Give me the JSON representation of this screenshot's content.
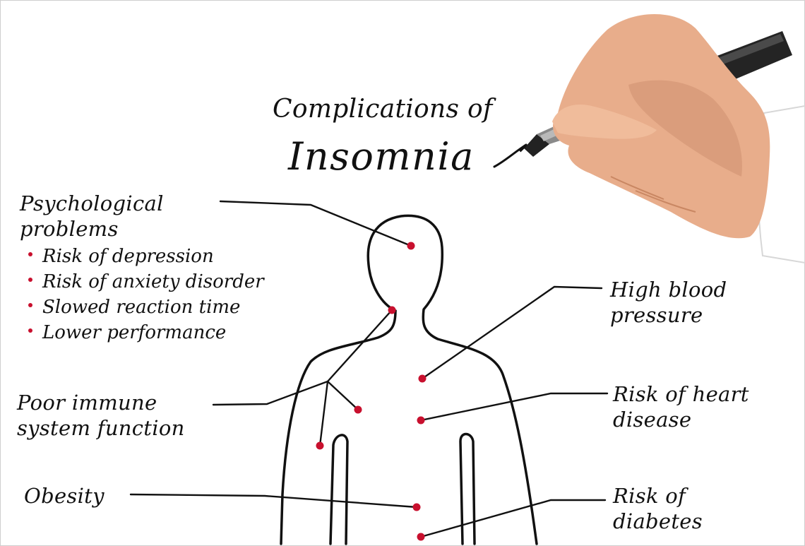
{
  "title": {
    "line1": "Complications of",
    "line2": "Insomnia"
  },
  "labels": {
    "psychological": {
      "line1": "Psychological",
      "line2": "problems"
    },
    "psychological_items": [
      "Risk of depression",
      "Risk of anxiety disorder",
      "Slowed reaction time",
      "Lower performance"
    ],
    "immune": {
      "line1": "Poor immune",
      "line2": "system function"
    },
    "obesity": "Obesity",
    "blood_pressure": {
      "line1": "High blood",
      "line2": "pressure"
    },
    "heart": {
      "line1": "Risk of heart",
      "line2": "disease"
    },
    "diabetes": {
      "line1": "Risk of",
      "line2": "diabetes"
    }
  },
  "colors": {
    "ink": "#111111",
    "marker_dot": "#c8102e",
    "skin": "#e9b08f",
    "pen_body": "#2a2a2a",
    "pen_grip": "#8d8d8d",
    "sleeve": "#ffffff"
  },
  "icons": {
    "hand": "hand-with-marker-icon",
    "body": "human-body-outline-icon",
    "marker": "marker-pen-icon"
  }
}
